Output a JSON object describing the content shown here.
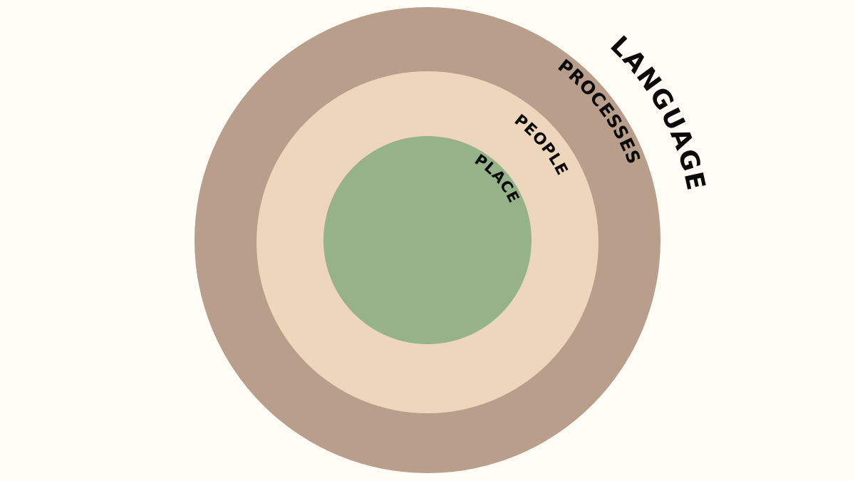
{
  "colors": {
    "background": "#fdfcf5",
    "outer_ring": "#b89e8b",
    "middle_ring": "#edd6bb",
    "inner_circle": "#95b289",
    "label_text": "#0a0a0a"
  },
  "rings": [
    {
      "label": "LANGUAGE"
    },
    {
      "label": "PROCESSES"
    },
    {
      "label": "PEOPLE"
    },
    {
      "label": "PLACE"
    }
  ]
}
